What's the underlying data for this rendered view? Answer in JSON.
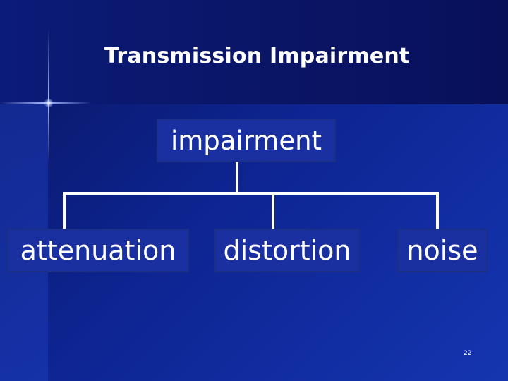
{
  "slide": {
    "title": "Transmission Impairment",
    "page_number": "22"
  },
  "diagram": {
    "root": "impairment",
    "children": [
      "attenuation",
      "distortion",
      "noise"
    ]
  }
}
